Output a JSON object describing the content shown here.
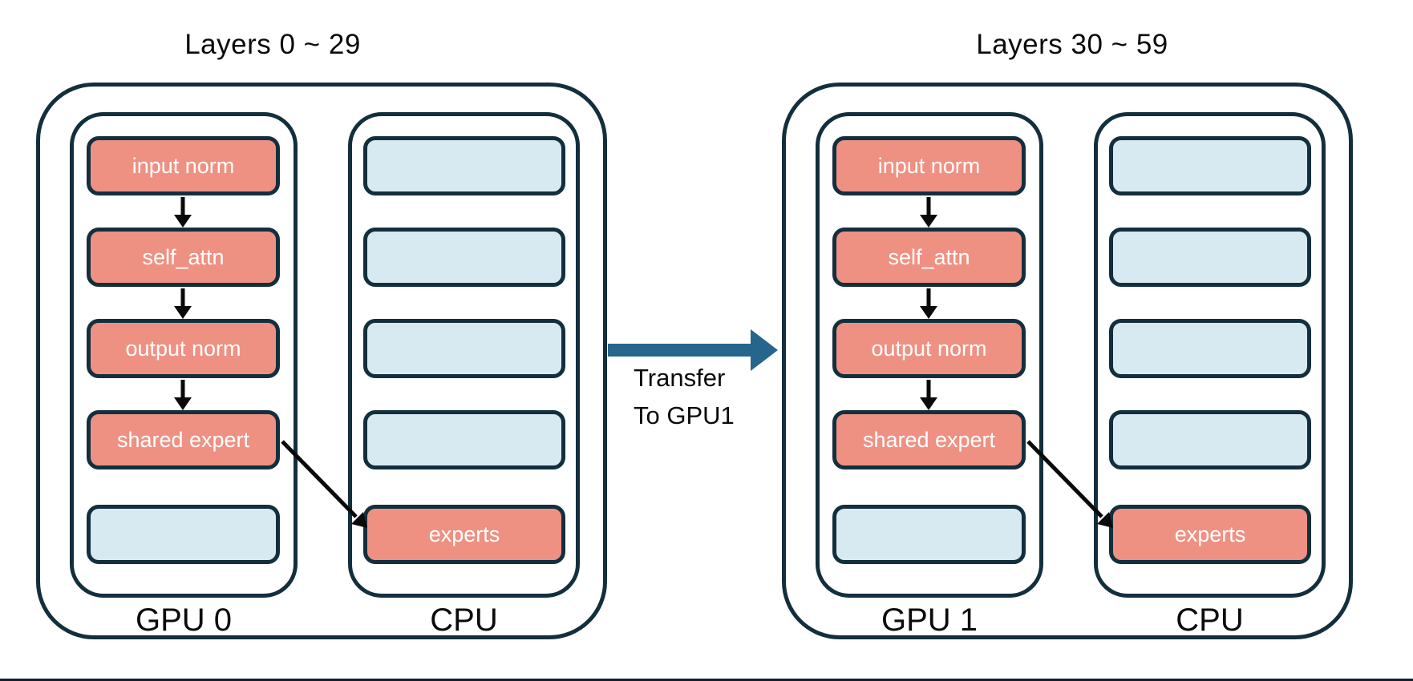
{
  "groups": [
    {
      "title": "Layers 0 ~ 29",
      "gpu": {
        "label": "GPU 0",
        "boxes": [
          {
            "label": "input norm"
          },
          {
            "label": "self_attn"
          },
          {
            "label": "output norm"
          },
          {
            "label": "shared expert"
          },
          {
            "label": ""
          }
        ]
      },
      "cpu": {
        "label": "CPU",
        "boxes": [
          {
            "label": ""
          },
          {
            "label": ""
          },
          {
            "label": ""
          },
          {
            "label": ""
          },
          {
            "label": "experts"
          }
        ]
      }
    },
    {
      "title": "Layers 30 ~ 59",
      "gpu": {
        "label": "GPU 1",
        "boxes": [
          {
            "label": "input norm"
          },
          {
            "label": "self_attn"
          },
          {
            "label": "output norm"
          },
          {
            "label": "shared expert"
          },
          {
            "label": ""
          }
        ]
      },
      "cpu": {
        "label": "CPU",
        "boxes": [
          {
            "label": ""
          },
          {
            "label": ""
          },
          {
            "label": ""
          },
          {
            "label": ""
          },
          {
            "label": "experts"
          }
        ]
      }
    }
  ],
  "transfer": {
    "line1": "Transfer",
    "line2": "To GPU1"
  },
  "colors": {
    "border": "#132F3D",
    "salmon": "#EE9183",
    "lightblue": "#D8EAF1",
    "transferarrow": "#26658C",
    "blackarrow": "#0a0a0a",
    "edge": "#0F2030"
  }
}
